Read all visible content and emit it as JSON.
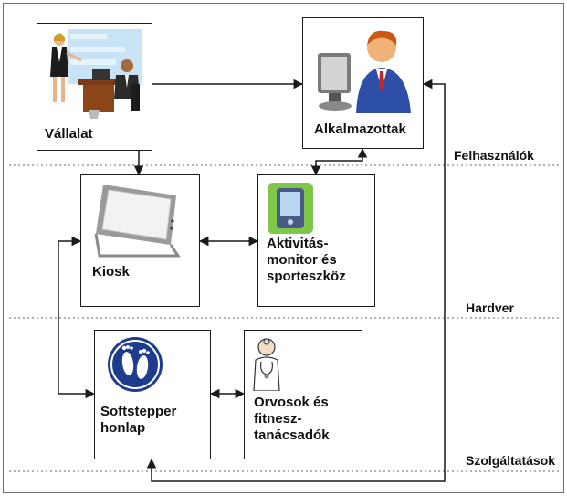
{
  "nodes": {
    "company": {
      "label": "Vállalat"
    },
    "employees": {
      "label": "Alkalmazottak"
    },
    "kiosk": {
      "label": "Kiosk"
    },
    "activity": {
      "label": "Aktivitás-\nmonitor és\nsporteszköz"
    },
    "website": {
      "label": "Softstepper\nhonlap"
    },
    "doctors": {
      "label": "Orvosok és\nfitnesz-\ntanácsadók"
    }
  },
  "sections": {
    "users": "Felhasználók",
    "hardware": "Hardver",
    "services": "Szolgáltatások"
  },
  "colors": {
    "box_border": "#1a1a1a",
    "arrow": "#1a1a1a",
    "separator": "#9a9a9a",
    "footprint_blue": "#1d3c8c"
  },
  "icons": {
    "company": "office-meeting-icon",
    "employees": "user-at-computer-icon",
    "kiosk": "kiosk-tablet-icon",
    "activity": "pda-device-icon",
    "website": "footprints-logo-icon",
    "doctors": "doctor-icon"
  }
}
